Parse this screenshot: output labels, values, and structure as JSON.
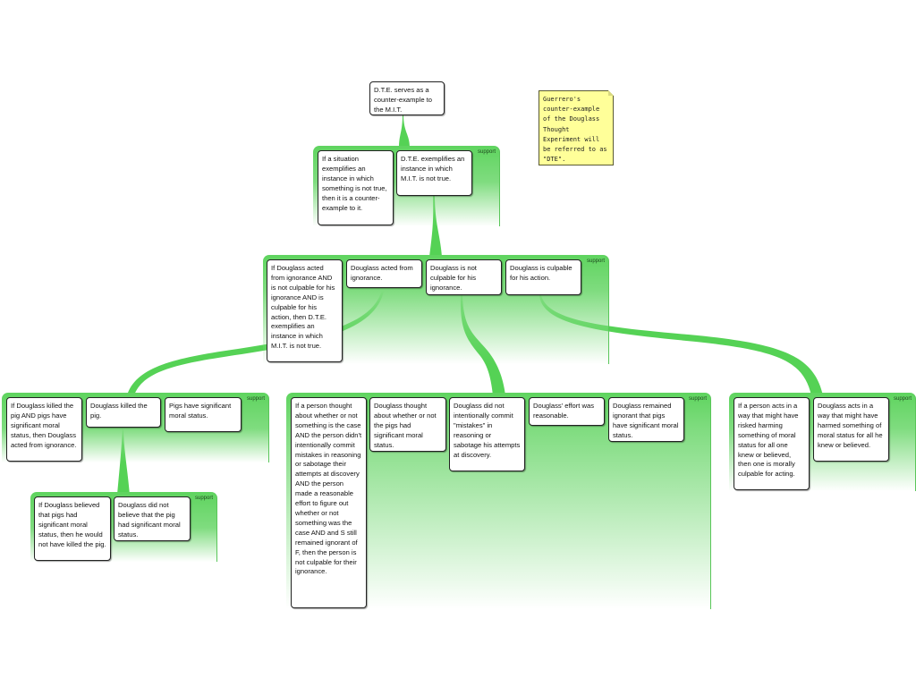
{
  "map": {
    "root": "D.T.E. serves as a counter-example to the M.I.T.",
    "note": "Guerrero's counter-example of the Douglass Thought Experiment will be referred to as \"DTE\".",
    "groups": {
      "g1": {
        "tag": "support",
        "items": [
          "If a situation exemplifies an instance in which something is not true, then it is a counter-example to it.",
          "D.T.E. exemplifies an instance in which M.I.T. is not true."
        ]
      },
      "g2": {
        "tag": "support",
        "items": [
          "If Douglass acted from ignorance AND is not culpable for his ignorance AND is culpable for his action, then D.T.E. exemplifies an instance in which M.I.T. is not true.",
          "Douglass acted from ignorance.",
          "Douglass is not culpable for his ignorance.",
          "Douglass is culpable for his action."
        ]
      },
      "g3": {
        "tag": "support",
        "items": [
          "If Douglass killed the pig AND pigs have significant moral status, then Douglass acted from ignorance.",
          "Douglass killed the pig.",
          "Pigs have significant moral status."
        ]
      },
      "g4": {
        "tag": "support",
        "items": [
          "If Douglass believed that pigs had significant moral status, then he would not have killed the pig.",
          "Douglass did not believe that the pig had significant moral status."
        ]
      },
      "g5": {
        "tag": "support",
        "items": [
          "If a person thought about whether or not something is the case AND the person didn't intentionally commit mistakes in reasoning or sabotage their attempts at discovery AND the person made a reasonable effort to figure out whether or not something was the case AND and S still remained ignorant of F, then the person is not culpable for their ignorance.",
          "Douglass thought about whether or not the pigs had significant moral status.",
          "Douglass did not intentionally commit \"mistakes\" in reasoning or sabotage his attempts at discovery.",
          "Douglass' effort was reasonable.",
          "Douglass remained ignorant that pigs have significant moral status."
        ]
      },
      "g6": {
        "tag": "support",
        "items": [
          "If a person acts in a way that might have risked harming something of moral status for all one knew or believed, then one is morally culpable for acting.",
          "Douglass acts in a way that might have harmed something of moral status for all he knew or believed."
        ]
      }
    }
  },
  "colors": {
    "group_fill": "#5fd45f",
    "connector": "#55d255",
    "note_fill": "#ffff99",
    "node_border": "#222222"
  }
}
